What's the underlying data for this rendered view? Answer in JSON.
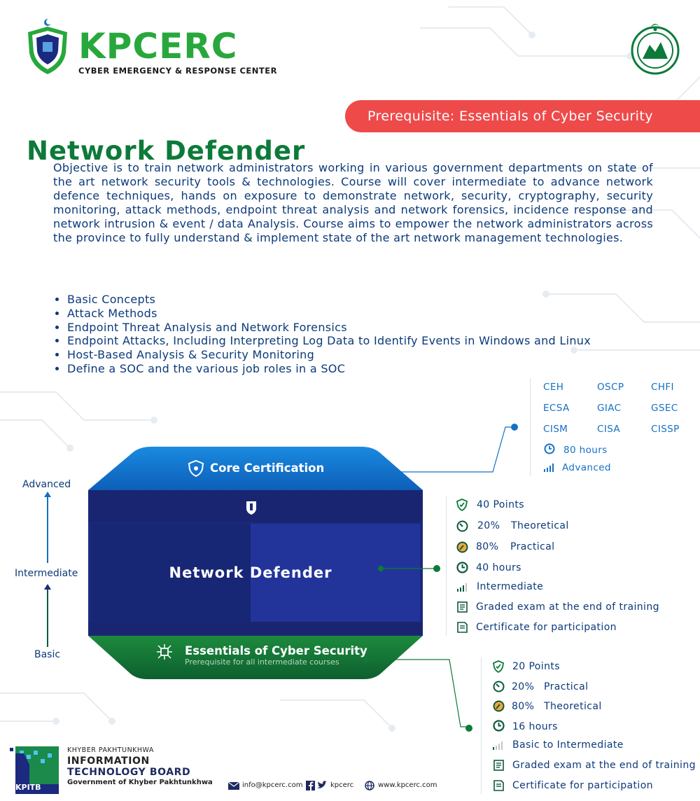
{
  "header": {
    "logo_word": "KPCERC",
    "logo_subtitle": "CYBER EMERGENCY & RESPONSE CENTER",
    "prerequisite_banner": "Prerequisite: Essentials of Cyber Security"
  },
  "course": {
    "title": "Network Defender",
    "objective": "Objective is to train network administrators working in various government departments on state of the art network security tools & technologies. Course will cover intermediate to advance network defence techniques, hands on exposure to demonstrate network, security, cryptography, security monitoring, attack methods, endpoint threat analysis and network forensics, incidence response and network intrusion & event / data Analysis. Course aims to empower the network administrators across the province to fully understand & implement state of the art network management technologies.",
    "topics": [
      "Basic Concepts",
      "Attack Methods",
      "Endpoint Threat Analysis and Network Forensics",
      "Endpoint Attacks, Including Interpreting Log Data to Identify Events in Windows and Linux",
      "Host-Based Analysis & Security Monitoring",
      "Define a SOC and the various job roles in a SOC"
    ]
  },
  "levels": {
    "advanced": "Advanced",
    "intermediate": "Intermediate",
    "basic": "Basic"
  },
  "diagram": {
    "core_label": "Core Certification",
    "middle_label": "Network Defender",
    "base_label": "Essentials of Cyber Security",
    "base_sub": "Prerequisite for all intermediate courses"
  },
  "core_certification": {
    "certs": [
      "CEH",
      "OSCP",
      "CHFI",
      "ECSA",
      "GIAC",
      "GSEC",
      "CISM",
      "CISA",
      "CISSP"
    ],
    "hours": "80 hours",
    "level": "Advanced"
  },
  "network_defender": {
    "points": "40 Points",
    "theoretical_pct": "20%",
    "theoretical_label": "Theoretical",
    "practical_pct": "80%",
    "practical_label": "Practical",
    "hours": "40 hours",
    "level": "Intermediate",
    "exam": "Graded exam at the end of training",
    "certificate": "Certificate for participation"
  },
  "essentials": {
    "points": "20 Points",
    "practical_pct": "20%",
    "practical_label": "Practical",
    "theoretical_pct": "80%",
    "theoretical_label": "Theoretical",
    "hours": "16 hours",
    "level": "Basic to Intermediate",
    "exam": "Graded exam at the end of training",
    "certificate": "Certificate for participation"
  },
  "footer": {
    "kpitb_line1": "KHYBER PAKHTUNKHWA",
    "kpitb_line2": "INFORMATION",
    "kpitb_line3": "TECHNOLOGY BOARD",
    "kpitb_line4": "Government of Khyber Pakhtunkhwa",
    "kpitb_short": "KPITB",
    "email": "info@kpcerc.com",
    "social": "kpcerc",
    "website": "www.kpcerc.com"
  },
  "colors": {
    "green": "#28a83c",
    "dark_green": "#0d7a3a",
    "navy": "#1b2a7e",
    "blue": "#1570c4",
    "red": "#ee4a4a"
  }
}
